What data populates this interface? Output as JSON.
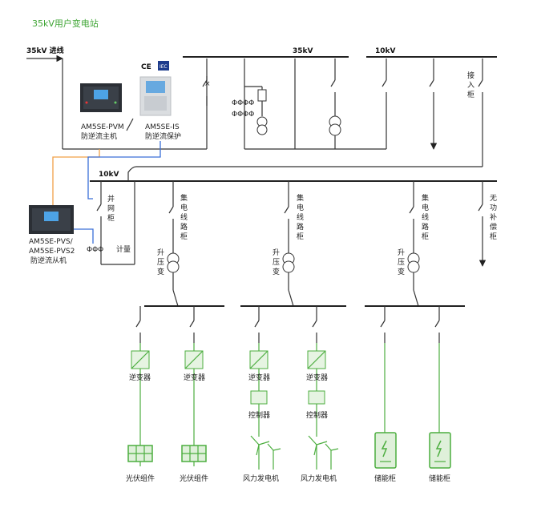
{
  "title": "35kV用户变电站",
  "labels": {
    "incoming": "35kV 进线",
    "bus35": "35kV",
    "bus10a": "10kV",
    "bus10b": "10kV",
    "access_cabinet": [
      "接",
      "入",
      "柜"
    ],
    "grid_cabinet": [
      "并",
      "网",
      "柜"
    ],
    "metering": "计量",
    "reactive_cabinet": [
      "无",
      "功",
      "补",
      "偿",
      "柜"
    ],
    "collector_cabinet": [
      "集",
      "电",
      "线",
      "路",
      "柜"
    ],
    "step_up": [
      "升",
      "压",
      "变"
    ]
  },
  "devices": {
    "pvm": {
      "model": "AM5SE-PVM",
      "desc": "防逆流主机"
    },
    "is": {
      "model": "AM5SE-IS",
      "desc": "防逆流保护"
    },
    "pvs": {
      "model1": "AM5SE-PVS/",
      "model2": "AM5SE-PVS2",
      "desc": "防逆流从机"
    },
    "ce": "CE",
    "iec": "IEC"
  },
  "loads": [
    {
      "inverter": "逆变器",
      "controller": "",
      "name": "光伏组件"
    },
    {
      "inverter": "逆变器",
      "controller": "",
      "name": "光伏组件"
    },
    {
      "inverter": "逆变器",
      "controller": "控制器",
      "name": "风力发电机"
    },
    {
      "inverter": "逆变器",
      "controller": "控制器",
      "name": "风力发电机"
    },
    {
      "inverter": "",
      "controller": "",
      "name": "储能柜"
    },
    {
      "inverter": "",
      "controller": "",
      "name": "储能柜"
    }
  ],
  "colors": {
    "accent": "#3fa535",
    "orange_link": "#f0a048",
    "blue_link": "#3a6fd8",
    "green_device": "#4cae3f"
  }
}
